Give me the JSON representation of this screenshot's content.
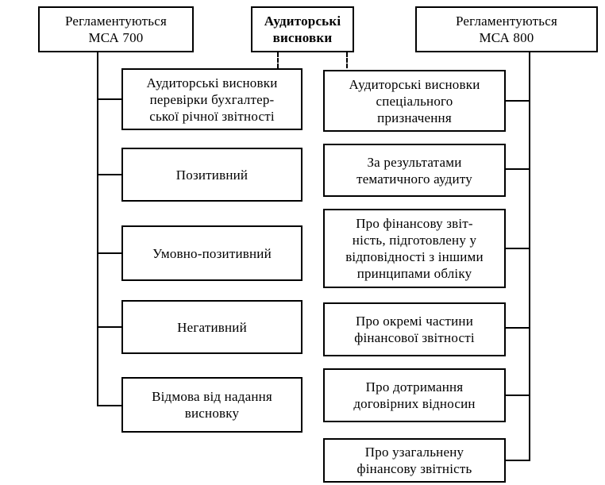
{
  "top": {
    "left": "Регламентуються\nМСА 700",
    "center": "Аудиторські\nвисновки",
    "right": "Регламентуються\nМСА 800"
  },
  "left_column": [
    "Аудиторські висновки\nперевірки бухгалтер-\nської річної звітності",
    "Позитивний",
    "Умовно-позитивний",
    "Негативний",
    "Відмова від надання\nвисновку"
  ],
  "right_column": [
    "Аудиторські висновки\nспеціального\nпризначення",
    "За результатами\nтематичного аудиту",
    "Про фінансову звіт-\nність, підготовлену у\nвідповідності з іншими\nпринципами обліку",
    "Про окремі частини\nфінансової звітності",
    "Про дотримання\nдоговірних відносин",
    "Про узагальнену\nфінансову звітність"
  ]
}
